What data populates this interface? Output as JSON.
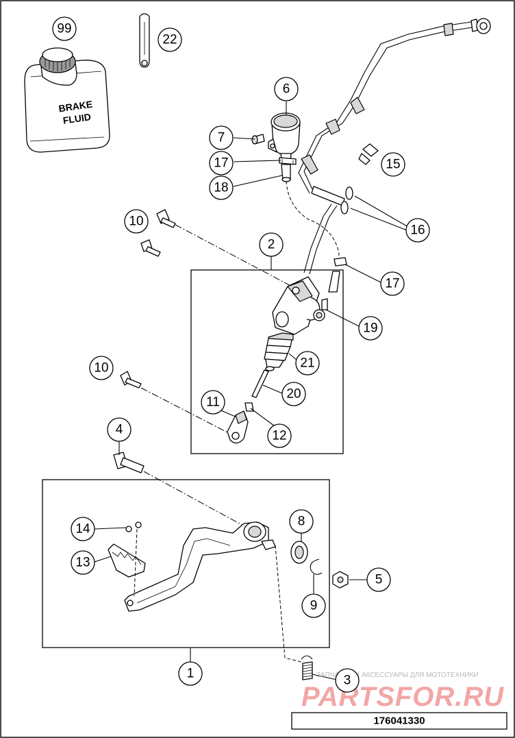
{
  "diagram": {
    "part_number_label": "176041330",
    "bottle_text": [
      "BRAKE",
      "FLUID"
    ],
    "watermark": {
      "small": "ЗАПЧАСТИ И АКСЕССУАРЫ ДЛЯ МОТОТЕХНИКИ",
      "big": "PARTSFOR.RU"
    },
    "callouts": {
      "c99": "99",
      "c22": "22",
      "c6": "6",
      "c7": "7",
      "c17a": "17",
      "c18": "18",
      "c15": "15",
      "c16": "16",
      "c10a": "10",
      "c2": "2",
      "c17b": "17",
      "c19": "19",
      "c21": "21",
      "c10b": "10",
      "c20": "20",
      "c11": "11",
      "c12": "12",
      "c4": "4",
      "c8": "8",
      "c14": "14",
      "c13": "13",
      "c5": "5",
      "c9": "9",
      "c1": "1",
      "c3": "3"
    }
  }
}
